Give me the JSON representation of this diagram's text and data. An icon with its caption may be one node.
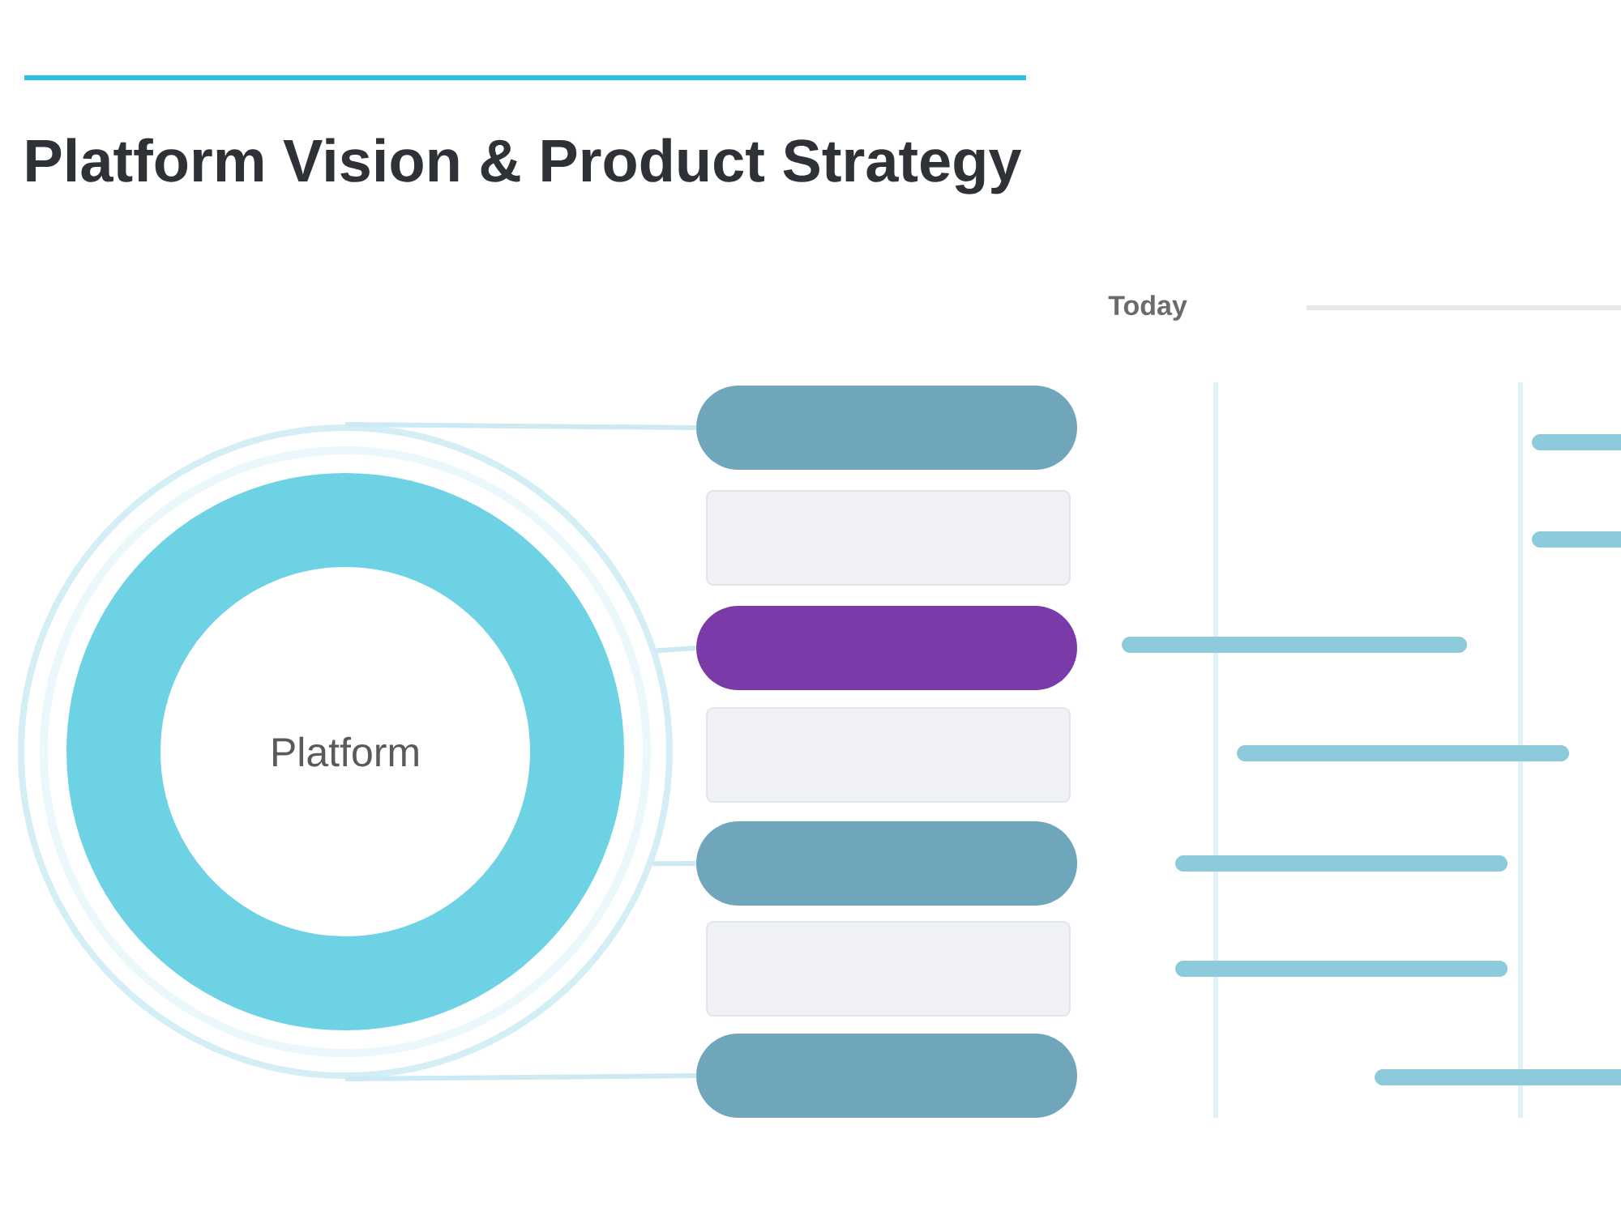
{
  "diagram": {
    "title": "Platform Vision & Product Strategy",
    "nodes": [
      {
        "text": [
          "Platform"
        ]
      },
      {
        "text": [],
        "shape": "box"
      },
      {
        "text": [],
        "shape": "box"
      },
      {
        "text": [],
        "shape": "box"
      },
      {
        "text": [],
        "shape": "box"
      },
      {
        "text": [],
        "shape": "box"
      },
      {
        "text": [],
        "shape": "box"
      },
      {
        "text": [],
        "shape": "box"
      }
    ],
    "edges": [
      {
        "from": 0,
        "to": 1,
        "arrow": "none"
      },
      {
        "from": 0,
        "to": 3,
        "arrow": "none"
      },
      {
        "from": 0,
        "to": 5,
        "arrow": "none"
      },
      {
        "from": 0,
        "to": 7,
        "arrow": "none"
      }
    ],
    "labels": [
      "Today"
    ]
  }
}
